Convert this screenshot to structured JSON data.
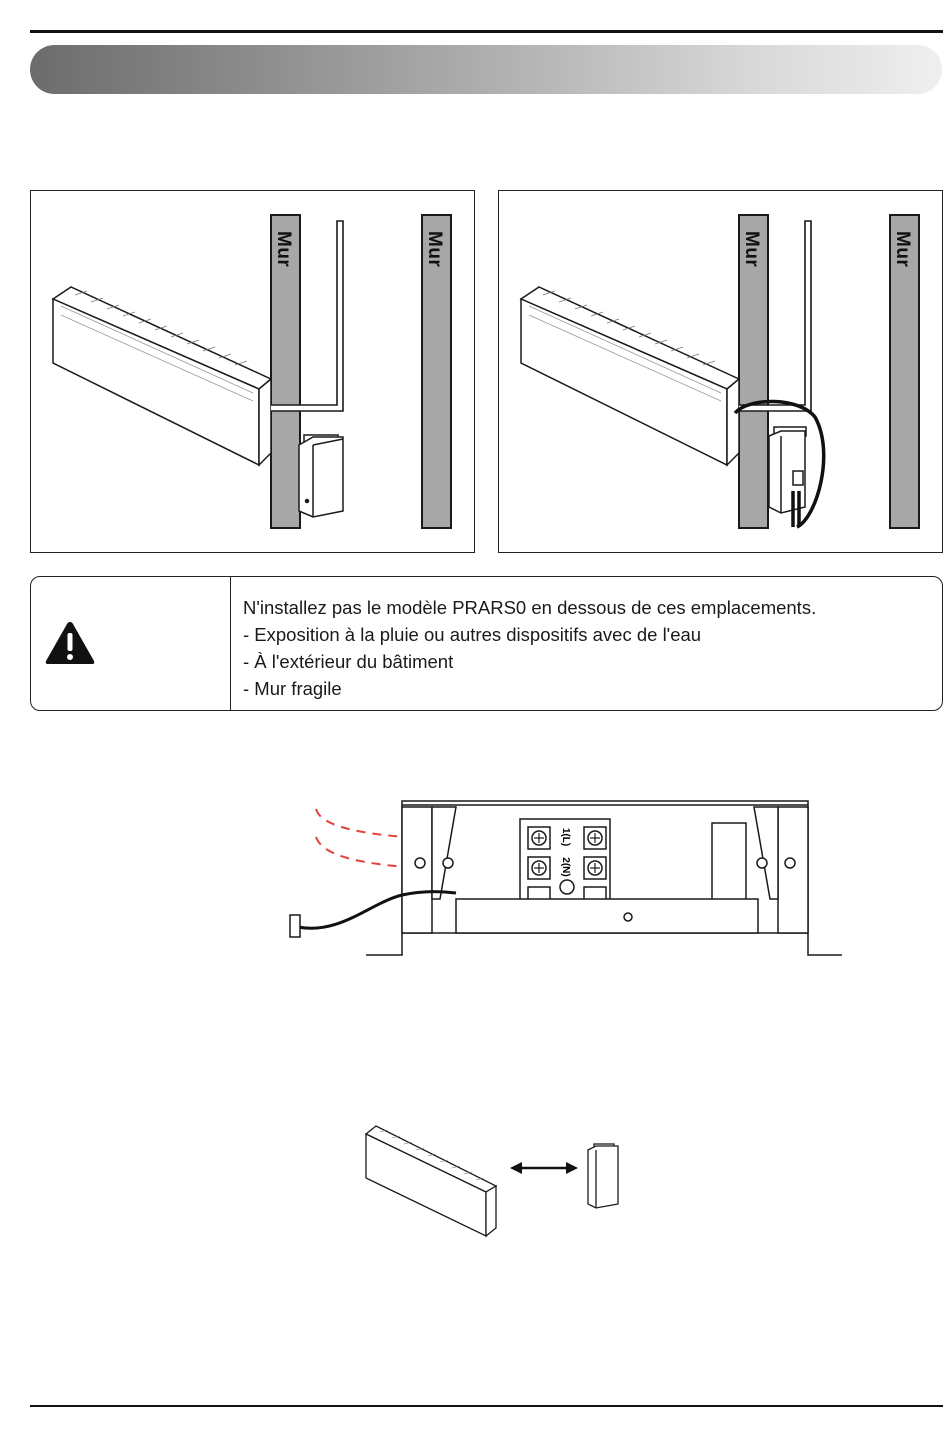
{
  "walls": {
    "label": "Mur"
  },
  "caution": {
    "icon": "warning-triangle-icon",
    "lines": [
      "N'installez pas le modèle PRARS0 en dessous de ces emplacements.",
      "- Exposition à la pluie ou autres dispositifs avec de l'eau",
      "- À l'extérieur du bâtiment",
      "- Mur fragile"
    ]
  },
  "terminal": {
    "labels": [
      "1(L)",
      "2(N)"
    ]
  },
  "colors": {
    "wall_fill": "#a7a7a8",
    "arrow": "#e0443a",
    "outline": "#1a1a1a"
  }
}
